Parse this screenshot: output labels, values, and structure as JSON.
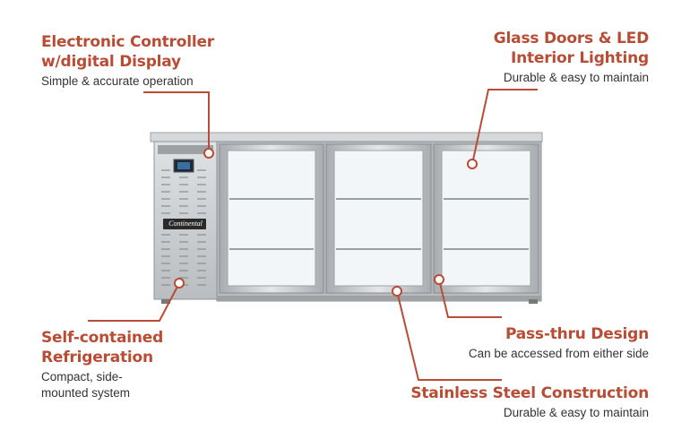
{
  "callouts": {
    "controller": {
      "title1": "Electronic Controller",
      "title2": "w/digital Display",
      "desc": "Simple & accurate operation"
    },
    "glass": {
      "title1": "Glass Doors & LED",
      "title2": "Interior Lighting",
      "desc": "Durable & easy to maintain"
    },
    "refrigeration": {
      "title1": "Self-contained",
      "title2": "Refrigeration",
      "desc1": "Compact, side-",
      "desc2": "mounted system"
    },
    "passthru": {
      "title": "Pass-thru Design",
      "desc": "Can be accessed from either side"
    },
    "steel": {
      "title": "Stainless Steel Construction",
      "desc": "Durable & easy to maintain"
    }
  },
  "product": {
    "brand": "Continental"
  },
  "colors": {
    "accent": "#b84c34",
    "text": "#333333",
    "steel": "#c9ccce"
  }
}
